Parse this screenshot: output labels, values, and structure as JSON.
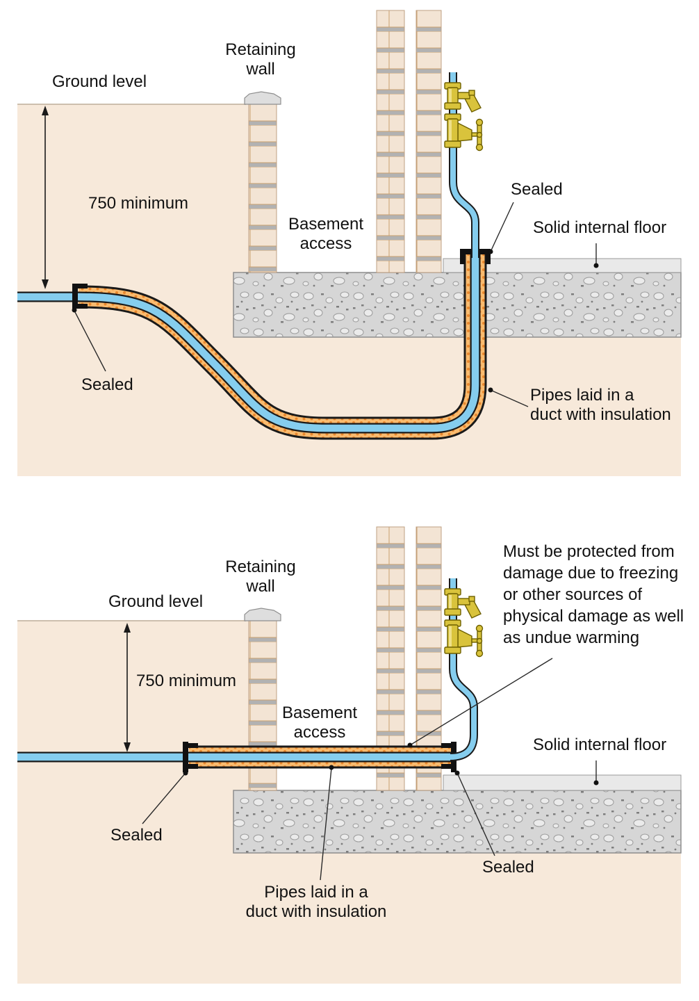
{
  "panels": {
    "top": {
      "ground_level": "Ground level",
      "depth": "750 minimum",
      "retaining_wall": "Retaining\nwall",
      "basement_access": "Basement\naccess",
      "sealed_top": "Sealed",
      "sealed_left": "Sealed",
      "solid_floor": "Solid internal floor",
      "duct_label": "Pipes laid in a\nduct with insulation"
    },
    "bottom": {
      "ground_level": "Ground level",
      "depth": "750 minimum",
      "retaining_wall": "Retaining\nwall",
      "basement_access": "Basement\naccess",
      "protect_note": "Must be protected from\ndamage due to freezing\nor other sources of\nphysical damage as well\nas undue warming",
      "sealed_left": "Sealed",
      "sealed_right": "Sealed",
      "solid_floor": "Solid internal floor",
      "duct_label": "Pipes laid in a\nduct with insulation"
    }
  },
  "colors": {
    "earth": "#f7e9da",
    "groundline": "#cdbfad",
    "brick": "#f3e4d4",
    "mortar": "#b2b2b2",
    "brick_outline": "#bfa083",
    "cap": "#dedede",
    "concrete": "#d6d6d6",
    "concrete_speck": "#ebebeb",
    "screed": "#e9e9e9",
    "pipe": "#85cdee",
    "insulation": "#f9bb6f",
    "insulation_dot": "#e8872d",
    "brass": "#d9c33c",
    "brass_outline": "#6e6000",
    "outline": "#1a1a1a"
  }
}
